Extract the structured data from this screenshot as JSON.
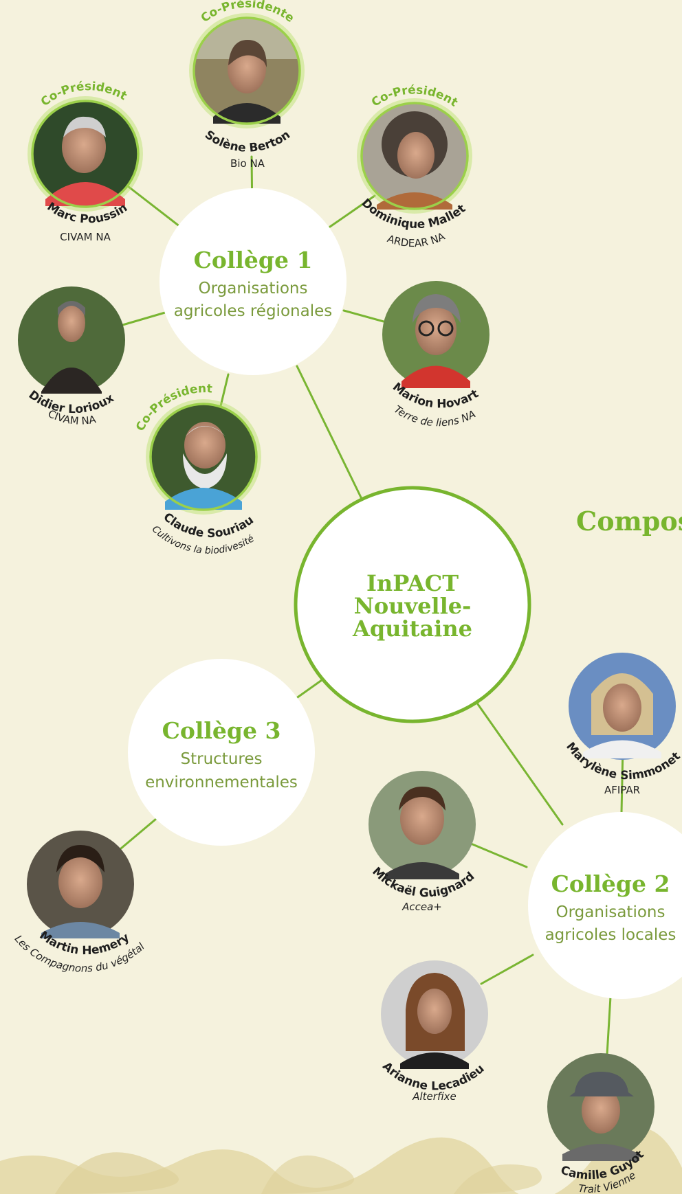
{
  "colors": {
    "accent": "#78b52e",
    "link": "#79b532",
    "background": "#f5f2dd"
  },
  "center": {
    "line1": "InPACT",
    "line2": "Nouvelle-",
    "line3": "Aquitaine"
  },
  "side_title": "Compos",
  "colleges": {
    "c1": {
      "title": "Collège 1",
      "line1": "Organisations",
      "line2": "agricoles régionales"
    },
    "c2": {
      "title": "Collège 2",
      "line1": "Organisations",
      "line2": "agricoles locales"
    },
    "c3": {
      "title": "Collège 3",
      "line1": "Structures",
      "line2": "environnementales"
    }
  },
  "people": {
    "solene": {
      "role": "Co-Présidente",
      "name": "Solène Berton",
      "org": "Bio NA"
    },
    "marc": {
      "role": "Co-Président",
      "name": "Marc Poussin",
      "org": "CIVAM NA"
    },
    "dominique": {
      "role": "Co-Président",
      "name": "Dominique Mallet",
      "org": "ARDEAR NA"
    },
    "didier": {
      "name": "Didier Lorioux",
      "org": "CIVAM NA"
    },
    "marion": {
      "name": "Marion Hovart",
      "org": "Terre de liens NA"
    },
    "claude": {
      "role": "Co-Président",
      "name": "Claude Souriau",
      "org": "Cultivons la biodivesité"
    },
    "marylene": {
      "name": "Marylène Simmonet",
      "org": "AFIPAR"
    },
    "mickael": {
      "name": "Mickaël Guignard",
      "org": "Accea+"
    },
    "martin": {
      "name": "Martin Hemery",
      "org": "Les Compagnons du végétal"
    },
    "arianne": {
      "name": "Arianne Lecadieu",
      "org": "Alterfixe"
    },
    "camille": {
      "name": "Camille Guyot",
      "org": "Trait Vienne"
    }
  }
}
